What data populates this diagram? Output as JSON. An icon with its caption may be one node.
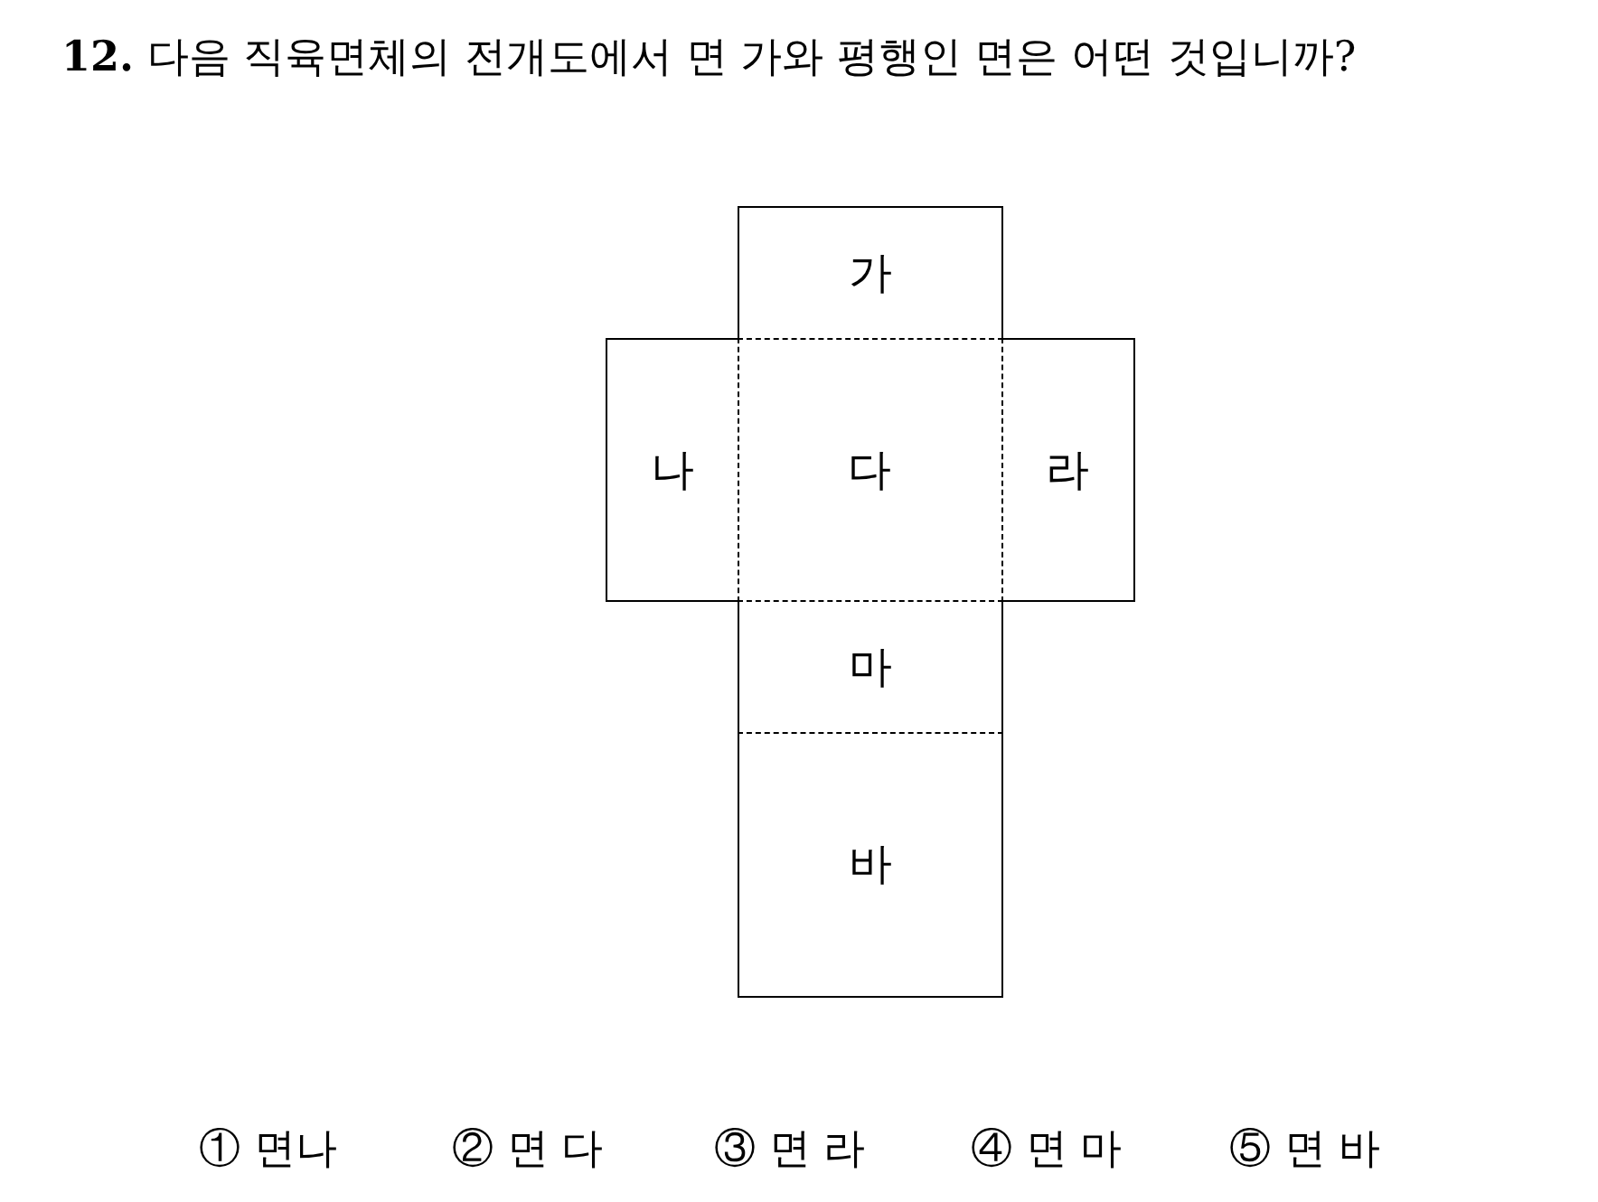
{
  "diagram": {
    "title": "**12.** 다음 직육면체의 전개도에서 면 가와 평행인 면은 어떤 것입니까?",
    "nodes": [
      {
        "text": [
          "가"
        ]
      },
      {
        "text": [
          "나"
        ]
      },
      {
        "text": [
          "다"
        ]
      },
      {
        "text": [
          "라"
        ]
      },
      {
        "text": [
          "마"
        ]
      },
      {
        "text": [
          "바"
        ]
      }
    ],
    "labels": [
      "① 면나",
      "② 면 다",
      "③ 면 라",
      "④ 면 마",
      "⑤ 면 바"
    ]
  }
}
